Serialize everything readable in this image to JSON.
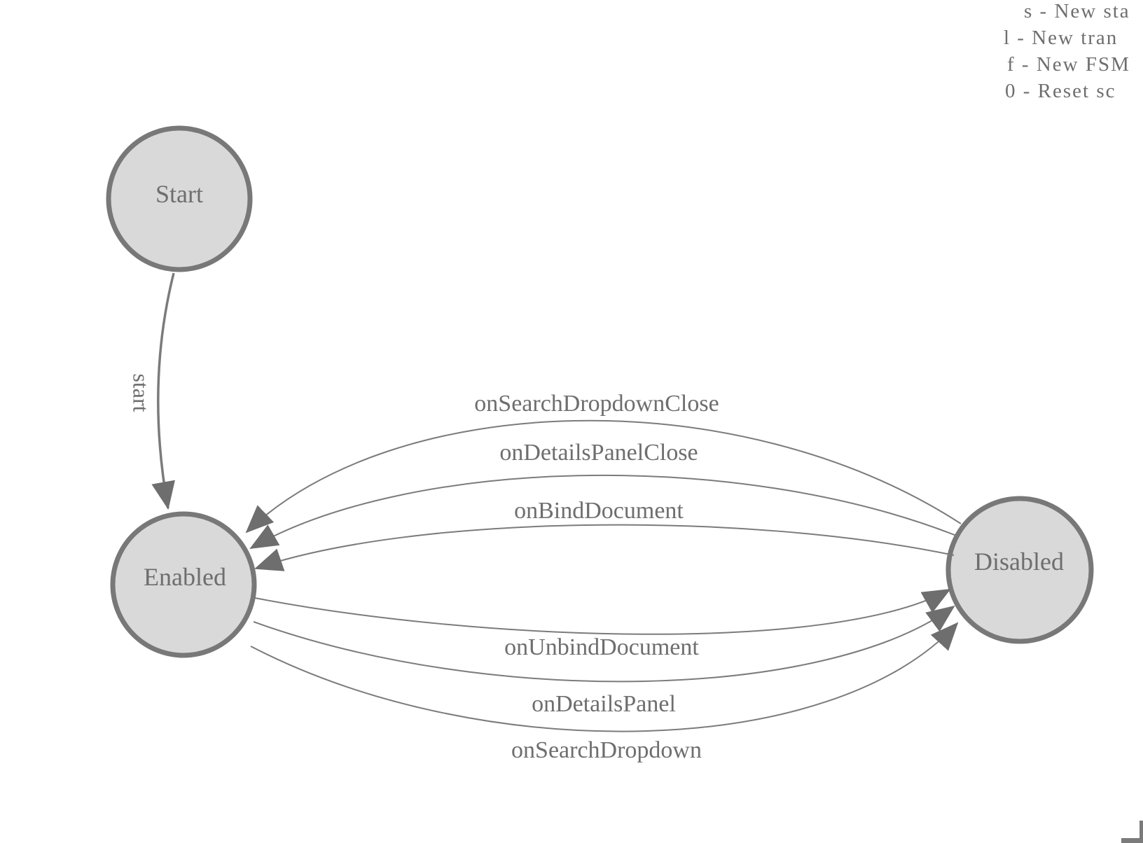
{
  "fsm": {
    "states": [
      {
        "name": "Start"
      },
      {
        "name": "Enabled"
      },
      {
        "name": "Disabled"
      }
    ],
    "start_transition": {
      "label": "start",
      "from": "Start",
      "to": "Enabled"
    },
    "transitions_disabled_to_enabled": [
      {
        "label": "onSearchDropdownClose",
        "from": "Disabled",
        "to": "Enabled"
      },
      {
        "label": "onDetailsPanelClose",
        "from": "Disabled",
        "to": "Enabled"
      },
      {
        "label": "onBindDocument",
        "from": "Disabled",
        "to": "Enabled"
      }
    ],
    "transitions_enabled_to_disabled": [
      {
        "label": "onUnbindDocument",
        "from": "Enabled",
        "to": "Disabled"
      },
      {
        "label": "onDetailsPanel",
        "from": "Enabled",
        "to": "Disabled"
      },
      {
        "label": "onSearchDropdown",
        "from": "Enabled",
        "to": "Disabled"
      }
    ]
  },
  "legend": {
    "lines": [
      "s - New sta",
      "l - New tran",
      "f - New FSM",
      "0 - Reset sc"
    ]
  },
  "colors": {
    "state_fill": "#d9d9d9",
    "state_stroke": "#787878",
    "edge_stroke": "#7b7b7b",
    "arrow_fill": "#6e6e6e",
    "text": "#6e6e6e",
    "background": "#ffffff"
  }
}
